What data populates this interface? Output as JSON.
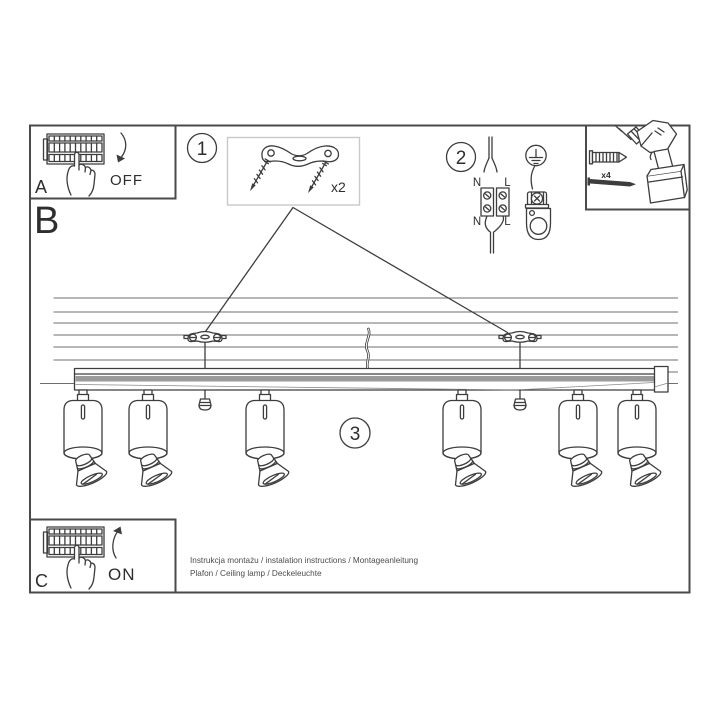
{
  "meta": {
    "background": "#ffffff",
    "ink_color": "#3d3d3d",
    "frame_color": "#4a4a4a",
    "light_box_border": "#c9c9c9",
    "bar_shade_color": "#9b9b9b"
  },
  "sections": {
    "a": {
      "label": "A",
      "action": "OFF"
    },
    "b": {
      "label": "B"
    },
    "c": {
      "label": "C",
      "action": "ON"
    }
  },
  "steps": [
    {
      "number": "1",
      "note": "x2"
    },
    {
      "number": "2",
      "terminal_labels": {
        "n_top": "N",
        "l_top": "L",
        "n_bottom": "N",
        "l_bottom": "L"
      }
    },
    {
      "number": "3"
    }
  ],
  "tools": {
    "anchor_count": "x4"
  },
  "footer": {
    "line1": "Instrukcja montażu / instalation instructions / Montageanleitung",
    "line2": "Plafon / Ceiling lamp / Deckeleuchte"
  },
  "icons": [
    "circuit-breaker-panel-icon",
    "pressing-hand-icon",
    "curved-arrow-down-icon",
    "curved-arrow-up-icon",
    "mounting-bracket-icon",
    "mounting-screw-icon",
    "power-cable-icon",
    "terminal-block-icon",
    "ground-symbol-icon",
    "cable-clamp-icon",
    "drill-icon",
    "wall-anchor-icon",
    "anchor-screw-icon",
    "ceiling-bracket-icon",
    "track-bar-icon",
    "spotlight-icon",
    "locking-knob-icon"
  ]
}
